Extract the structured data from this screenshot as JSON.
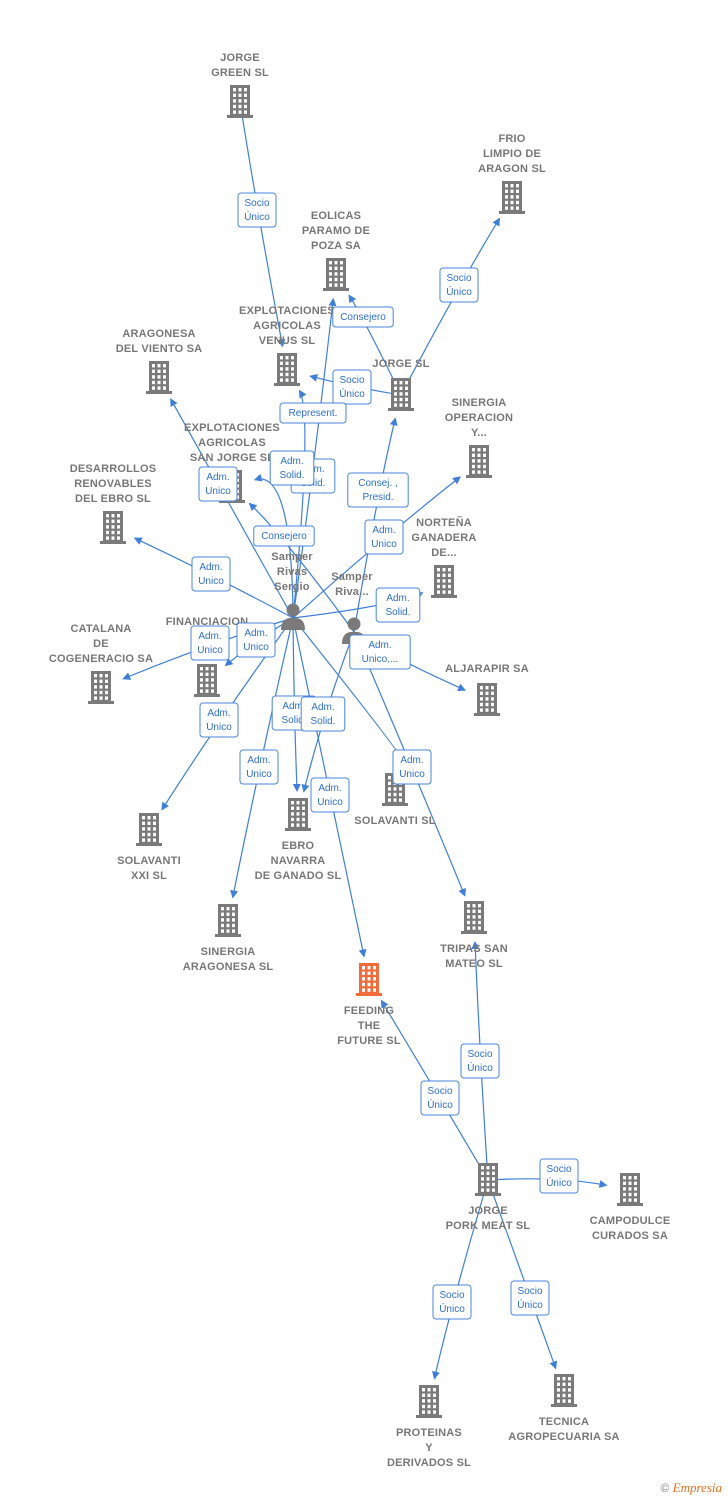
{
  "colors": {
    "building": "#7a7a7a",
    "building_focus": "#f26b3a",
    "person": "#7a7a7a",
    "edge": "#3f7fd6",
    "edge_label_text": "#2f6fc8",
    "node_label": "#777777"
  },
  "nodes": [
    {
      "id": "jorge_green",
      "type": "company",
      "label": "JORGE\nGREEN  SL"
    },
    {
      "id": "frio",
      "type": "company",
      "label": "FRIO\nLIMPIO DE\nARAGON SL"
    },
    {
      "id": "eolicas",
      "type": "company",
      "label": "EOLICAS\nPARAMO DE\nPOZA SA"
    },
    {
      "id": "explot_venus",
      "type": "company",
      "label": "EXPLOTACIONES\nAGRICOLAS\nVENUS  SL"
    },
    {
      "id": "aragonesa_viento",
      "type": "company",
      "label": "ARAGONESA\nDEL VIENTO SA"
    },
    {
      "id": "jorge_sl",
      "type": "company",
      "label": "JORGE SL"
    },
    {
      "id": "sinergia_op",
      "type": "company",
      "label": "SINERGIA\nOPERACION\nY..."
    },
    {
      "id": "explot_sanjorge",
      "type": "company",
      "label": "EXPLOTACIONES\nAGRICOLAS\nSAN JORGE SL"
    },
    {
      "id": "desarrollos",
      "type": "company",
      "label": "DESARROLLOS\nRENOVABLES\nDEL EBRO SL"
    },
    {
      "id": "nortena",
      "type": "company",
      "label": "NORTEÑA\nGANADERA\nDE..."
    },
    {
      "id": "sergio",
      "type": "person",
      "label": "Samper\nRivas\nSergio"
    },
    {
      "id": "samper2",
      "type": "person",
      "label": "Samper\nRiva..."
    },
    {
      "id": "catalana",
      "type": "company",
      "label": "CATALANA\nDE\nCOGENERACIO SA"
    },
    {
      "id": "financiacion",
      "type": "company",
      "label": "FINANCIACION\nINT...\nSIG..."
    },
    {
      "id": "aljarapir",
      "type": "company",
      "label": "ALJARAPIR SA"
    },
    {
      "id": "solavanti_sl",
      "type": "company",
      "label": "SOLAVANTI SL"
    },
    {
      "id": "solavanti_xxi",
      "type": "company",
      "label": "SOLAVANTI\nXXI SL"
    },
    {
      "id": "ebro_navarra",
      "type": "company",
      "label": "EBRO\nNAVARRA\nDE GANADO SL"
    },
    {
      "id": "sinergia_arag",
      "type": "company",
      "label": "SINERGIA\nARAGONESA SL"
    },
    {
      "id": "tripas",
      "type": "company",
      "label": "TRIPAS SAN\nMATEO  SL"
    },
    {
      "id": "feeding",
      "type": "company_focus",
      "label": "FEEDING\nTHE\nFUTURE  SL"
    },
    {
      "id": "jorge_pork",
      "type": "company",
      "label": "JORGE\nPORK MEAT  SL"
    },
    {
      "id": "campodulce",
      "type": "company",
      "label": "CAMPODULCE\nCURADOS SA"
    },
    {
      "id": "proteinas",
      "type": "company",
      "label": "PROTEINAS\nY\nDERIVADOS SL"
    },
    {
      "id": "tecnica",
      "type": "company",
      "label": "TECNICA\nAGROPECUARIA SA"
    }
  ],
  "edges": [
    {
      "from": "jorge_green",
      "to": "explot_venus",
      "label": "Socio\nÚnico"
    },
    {
      "from": "jorge_sl",
      "to": "frio",
      "label": "Socio\nÚnico"
    },
    {
      "from": "jorge_sl",
      "to": "eolicas",
      "label": "Consejero"
    },
    {
      "from": "jorge_sl",
      "to": "explot_venus",
      "label": "Socio\nÚnico"
    },
    {
      "from": "sergio",
      "to": "explot_venus",
      "label": "Represent."
    },
    {
      "from": "sergio",
      "to": "eolicas",
      "label": "Adm.\nSolid."
    },
    {
      "from": "sergio",
      "to": "aragonesa_viento",
      "label": "Adm.\nUnico"
    },
    {
      "from": "sergio",
      "to": "explot_sanjorge",
      "label": "Adm.\nSolid."
    },
    {
      "from": "samper2",
      "to": "jorge_sl",
      "label": "Consej. ,\nPresid."
    },
    {
      "from": "samper2",
      "to": "explot_sanjorge",
      "label": "Consejero"
    },
    {
      "from": "sergio",
      "to": "sinergia_op",
      "label": "Adm.\nUnico"
    },
    {
      "from": "sergio",
      "to": "desarrollos",
      "label": "Adm.\nUnico"
    },
    {
      "from": "sergio",
      "to": "nortena",
      "label": "Adm.\nSolid."
    },
    {
      "from": "sergio",
      "to": "catalana",
      "label": "Adm.\nUnico"
    },
    {
      "from": "samper2",
      "to": "aljarapir",
      "label": "Adm.\nUnico,..."
    },
    {
      "from": "sergio",
      "to": "solavanti_sl",
      "label": "Adm.\nUnico"
    },
    {
      "from": "sergio",
      "to": "solavanti_xxi",
      "label": "Adm.\nUnico"
    },
    {
      "from": "sergio",
      "to": "ebro_navarra",
      "label": "Adm.\nSolid."
    },
    {
      "from": "sergio",
      "to": "sinergia_arag",
      "label": "Adm.\nUnico"
    },
    {
      "from": "samper2",
      "to": "tripas",
      "label": "Adm.\nUnico"
    },
    {
      "from": "sergio",
      "to": "feeding",
      "label": "Adm.\nUnico"
    },
    {
      "from": "jorge_pork",
      "to": "feeding",
      "label": "Socio\nÚnico"
    },
    {
      "from": "jorge_pork",
      "to": "tripas",
      "label": "Socio\nÚnico"
    },
    {
      "from": "jorge_pork",
      "to": "campodulce",
      "label": "Socio\nÚnico"
    },
    {
      "from": "jorge_pork",
      "to": "proteinas",
      "label": "Socio\nÚnico"
    },
    {
      "from": "jorge_pork",
      "to": "tecnica",
      "label": "Socio\nÚnico"
    },
    {
      "from": "sergio",
      "to": "financiacion",
      "label": "Adm.\nUnico"
    },
    {
      "from": "samper2",
      "to": "ebro_navarra",
      "label": "Adm.\nSolid."
    }
  ],
  "footer": {
    "copyright": "©",
    "brand": "Empresia"
  }
}
